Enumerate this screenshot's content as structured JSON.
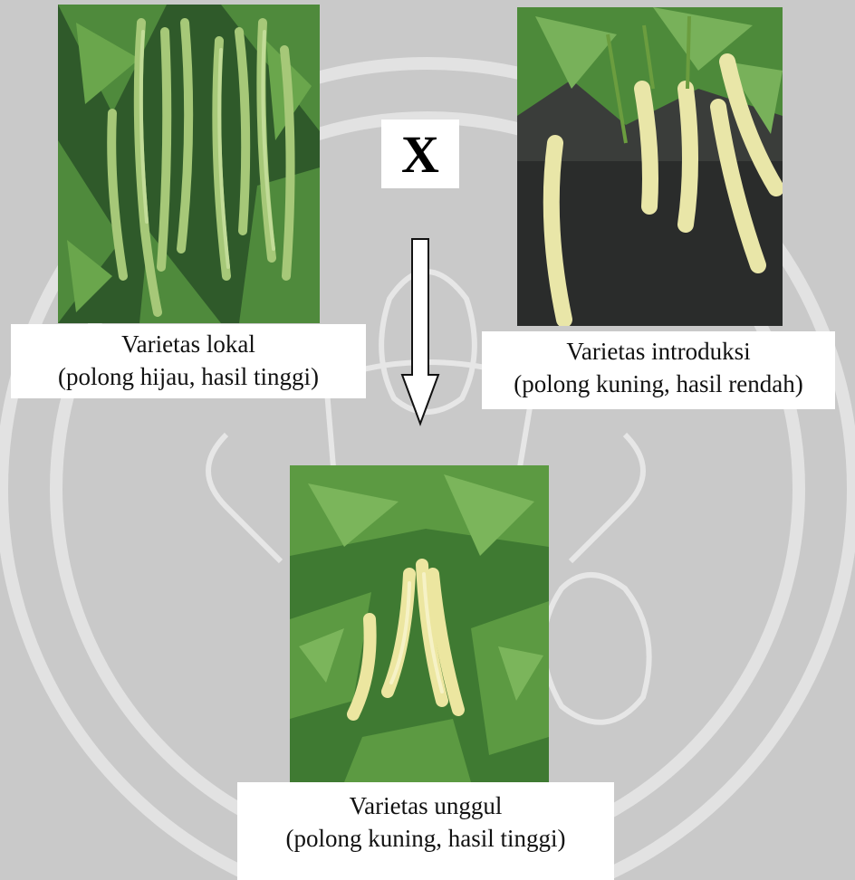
{
  "local": {
    "line1": "Varietas lokal",
    "line2": "(polong hijau, hasil tinggi)"
  },
  "introduced": {
    "line1": "Varietas introduksi",
    "line2": "(polong kuning, hasil rendah)"
  },
  "cross_symbol": "X",
  "superior": {
    "line1": "Varietas unggul",
    "line2": "(polong kuning, hasil tinggi)"
  },
  "icons": [
    "cross-symbol",
    "down-arrow-icon"
  ]
}
